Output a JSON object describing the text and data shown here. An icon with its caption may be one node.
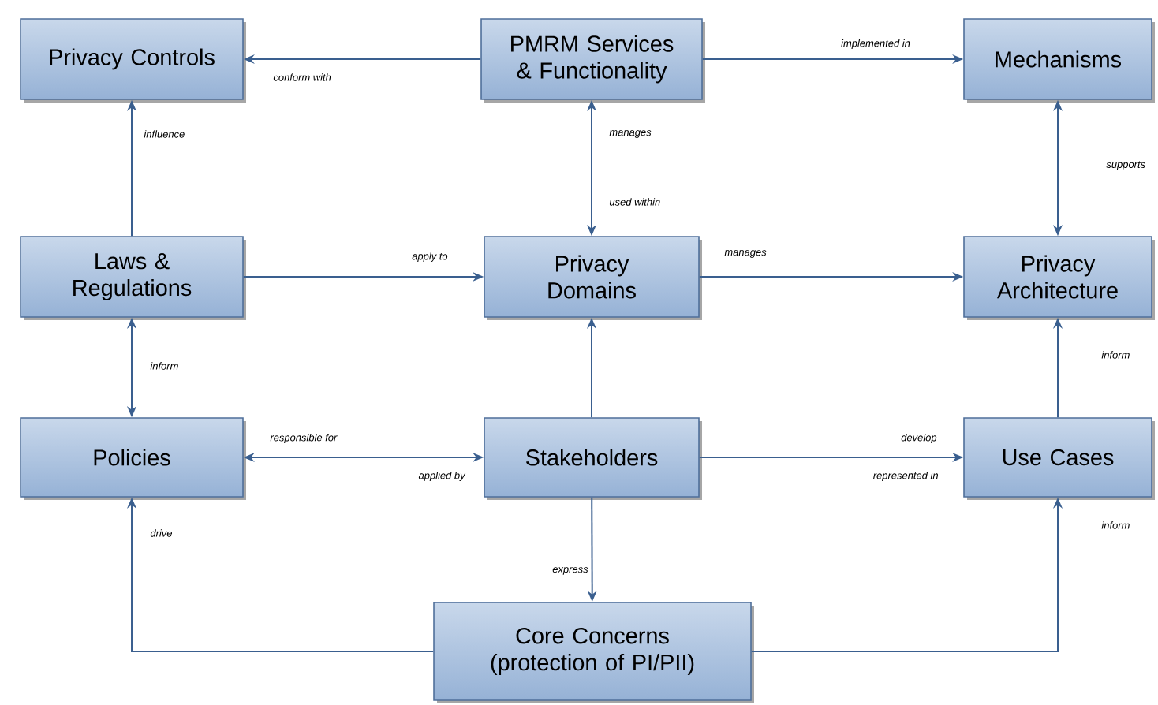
{
  "diagram": {
    "nodes": [
      {
        "text": [
          "Privacy Controls"
        ]
      },
      {
        "text": [
          "PMRM Services & Functionality"
        ]
      },
      {
        "text": [
          "Mechanisms"
        ]
      },
      {
        "text": [
          "Laws & Regulations"
        ]
      },
      {
        "text": [
          "Privacy Domains"
        ]
      },
      {
        "text": [
          "Privacy Architecture"
        ]
      },
      {
        "text": [
          "Policies"
        ]
      },
      {
        "text": [
          "Stakeholders"
        ]
      },
      {
        "text": [
          "Use Cases"
        ]
      },
      {
        "text": [
          "Core Concerns (protection of PI/PII)"
        ]
      }
    ],
    "edges": [
      {
        "from": 1,
        "to": 0,
        "arrow": "to",
        "label": "conform with"
      },
      {
        "from": 1,
        "to": 2,
        "arrow": "to",
        "label": "implemented in"
      },
      {
        "from": 3,
        "to": 0,
        "arrow": "to",
        "label": "influence"
      },
      {
        "from": 1,
        "to": 4,
        "arrow": "both",
        "label": "manages"
      },
      {
        "from": 2,
        "to": 5,
        "arrow": "both",
        "label": "supports"
      },
      {
        "from": 3,
        "to": 4,
        "arrow": "to",
        "label": "apply to"
      },
      {
        "from": 4,
        "to": 5,
        "arrow": "to",
        "label": "manages"
      },
      {
        "from": 3,
        "to": 6,
        "arrow": "both",
        "label": "inform"
      },
      {
        "from": 7,
        "to": 4,
        "arrow": "to"
      },
      {
        "from": 8,
        "to": 5,
        "arrow": "to",
        "label": "inform"
      },
      {
        "from": 7,
        "to": 6,
        "arrow": "both",
        "label": "responsible for"
      },
      {
        "from": 7,
        "to": 8,
        "arrow": "to",
        "label": "develop"
      },
      {
        "from": 7,
        "to": 9,
        "arrow": "to",
        "label": "express"
      },
      {
        "from": 9,
        "to": 6,
        "arrow": "to",
        "label": "drive"
      },
      {
        "from": 9,
        "to": 8,
        "arrow": "to",
        "label": "inform"
      }
    ],
    "labels": [
      "used within",
      "applied by",
      "represented in"
    ]
  }
}
